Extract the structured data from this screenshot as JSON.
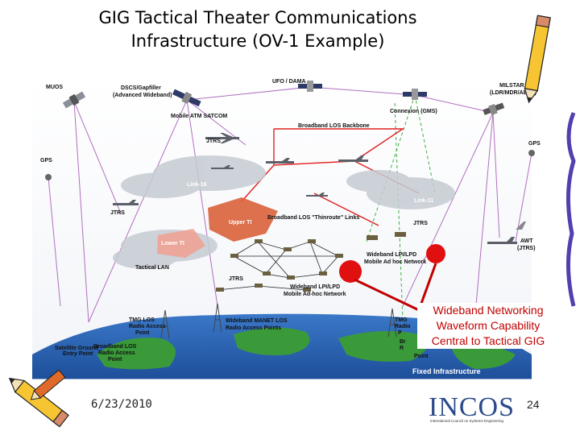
{
  "slide": {
    "title_line1": "GIG Tactical Theater Communications",
    "title_line2": "Infrastructure (OV-1 Example)",
    "date": "6/23/2010",
    "page_number": "24"
  },
  "callout": {
    "line1": "Wideband Networking",
    "line2": "Waveform Capability",
    "line3": "Central to Tactical GIG"
  },
  "logo": {
    "name": "INCOSE",
    "tagline": "International Council on Systems Engineering"
  },
  "diagram_labels": {
    "muos": "MUOS",
    "dscs": "DSCS/Gapfiller",
    "dscs_sub": "(Advanced Wideband)",
    "ufo": "UFO / DAMA",
    "milstar": "MILSTAR",
    "milstar_sub": "(LDR/MDR/AEHF)",
    "connexion": "Connexion (GMS)",
    "mobile_atm": "Mobile ATM SATCOM",
    "bb_los_backbone": "Broadband LOS Backbone",
    "jtrs_top": "JTRS",
    "gps_left": "GPS",
    "gps_right": "GPS",
    "link16": "Link-16",
    "link11": "Link-11",
    "jtrs_left": "JTRS",
    "upper_ti": "Upper TI",
    "bb_thinroute": "Broadband LOS \"Thinroute\" Links",
    "jtrs_mid": "JTRS",
    "lower_ti": "Lower TI",
    "wb_lpi_1": "Wideband LPI/LPD",
    "wb_lpi_1b": "Mobile Ad hoc Network",
    "awt": "AWT",
    "awt_sub": "(JTRS)",
    "tactical_lan": "Tactical LAN",
    "jtrs_low": "JTRS",
    "wb_lpi_2": "Wideband LPI/LPD",
    "wb_lpi_2b": "Mobile Ad-hoc Network",
    "tmg_los_1": "TMG LOS",
    "tmg_los_1b": "Radio Access",
    "tmg_los_1c": "Point",
    "manet": "Wideband MANET LOS",
    "manet_b": "Radio Access Points",
    "tmg_2": "TMG",
    "tmg_2b": "Radio",
    "tmg_2c": "P",
    "sat_ground": "Satellite Ground",
    "sat_ground_b": "Entry Point",
    "bb_los_rap": "Broadband LOS",
    "bb_los_rap_b": "Radio Access",
    "bb_los_rap_c": "Point",
    "br_r": "Br",
    "br_r2": "R",
    "point_r": "Point",
    "fixed_infra": "Fixed Infrastructure"
  }
}
